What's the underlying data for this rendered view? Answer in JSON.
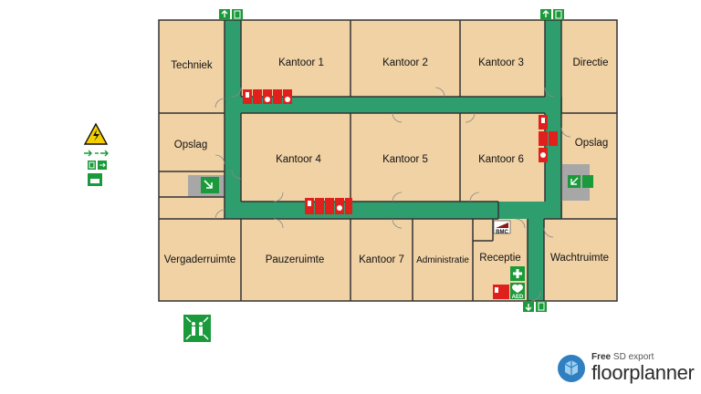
{
  "rooms": {
    "techniek": "Techniek",
    "kantoor1": "Kantoor 1",
    "kantoor2": "Kantoor 2",
    "kantoor3": "Kantoor 3",
    "directie": "Directie",
    "opslag_left": "Opslag",
    "kantoor4": "Kantoor 4",
    "kantoor5": "Kantoor 5",
    "kantoor6": "Kantoor 6",
    "opslag_right": "Opslag",
    "vergaderruimte": "Vergaderruimte",
    "pauzeruimte": "Pauzeruimte",
    "kantoor7": "Kantoor 7",
    "administratie": "Administratie",
    "receptie": "Receptie",
    "wachtruimte": "Wachtruimte"
  },
  "signs": {
    "bmc": "BMC",
    "aed": "AED"
  },
  "branding": {
    "export_free": "Free",
    "export_rest": "SD export",
    "name": "floorplanner"
  },
  "colors": {
    "room_fill": "#f1d2a5",
    "corridor": "#2f9e6e",
    "wall": "#333333",
    "exit_green": "#1a9a3a",
    "safety_red": "#e0201c",
    "stair_grey": "#a7a7a7"
  }
}
